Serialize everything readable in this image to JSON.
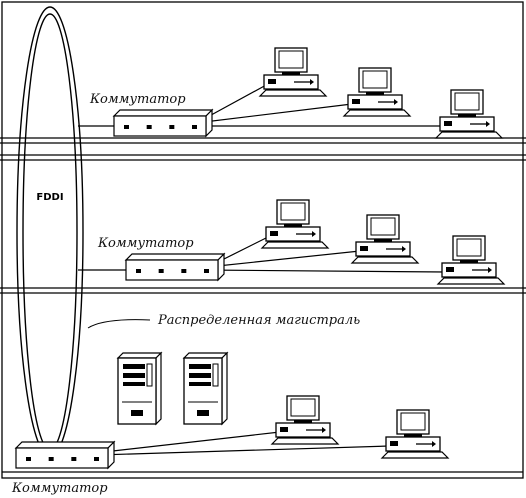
{
  "diagram": {
    "ring_label": "FDDI",
    "backbone_label": "Распределенная магистраль",
    "floors": [
      {
        "switch_label": "Коммутатор",
        "workstations": 3,
        "servers": 0
      },
      {
        "switch_label": "Коммутатор",
        "workstations": 3,
        "servers": 0
      },
      {
        "switch_label": "Коммутатор",
        "workstations": 2,
        "servers": 2
      }
    ]
  },
  "colors": {
    "line": "#000000",
    "background": "#ffffff"
  }
}
